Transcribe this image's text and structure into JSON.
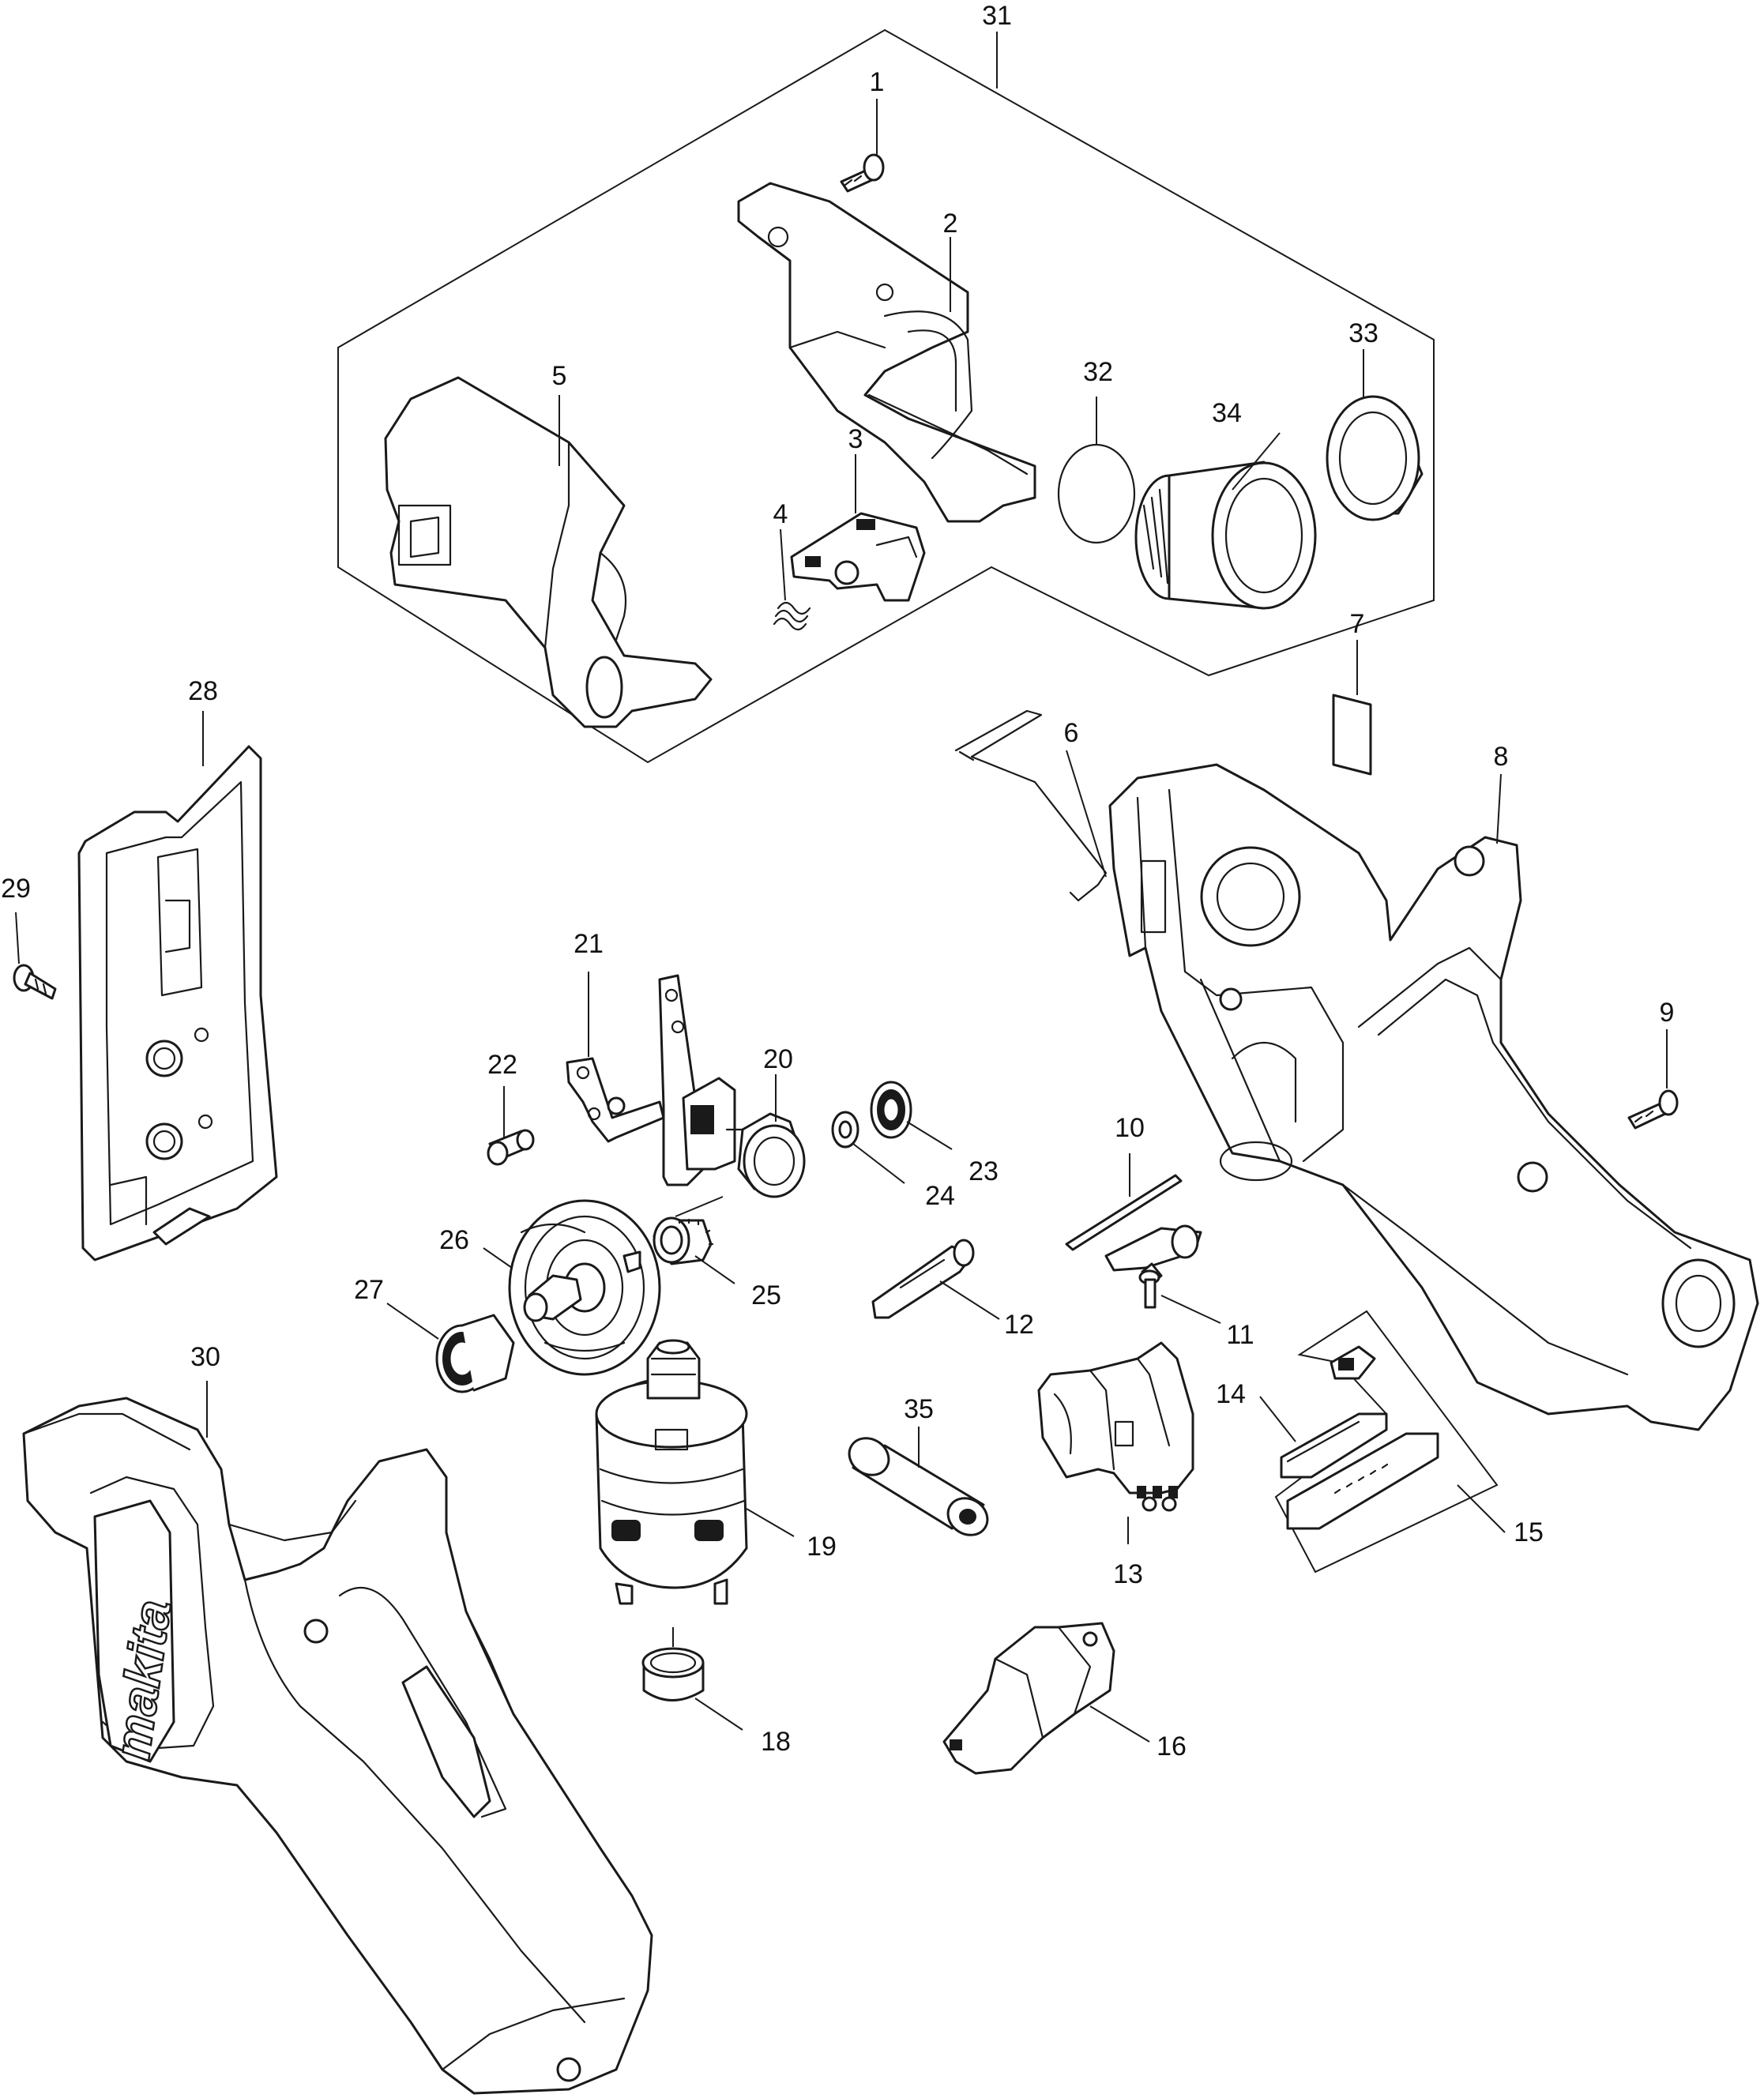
{
  "brand_text": "makita",
  "callouts": {
    "1": "1",
    "2": "2",
    "3": "3",
    "4": "4",
    "5": "5",
    "6": "6",
    "7": "7",
    "8": "8",
    "9": "9",
    "10": "10",
    "11": "11",
    "12": "12",
    "13": "13",
    "14": "14",
    "15": "15",
    "16": "16",
    "18": "18",
    "19": "19",
    "20": "20",
    "21": "21",
    "22": "22",
    "23": "23",
    "24": "24",
    "25": "25",
    "26": "26",
    "27": "27",
    "28": "28",
    "29": "29",
    "30": "30",
    "31": "31",
    "32": "32",
    "33": "33",
    "34": "34",
    "35": "35"
  }
}
